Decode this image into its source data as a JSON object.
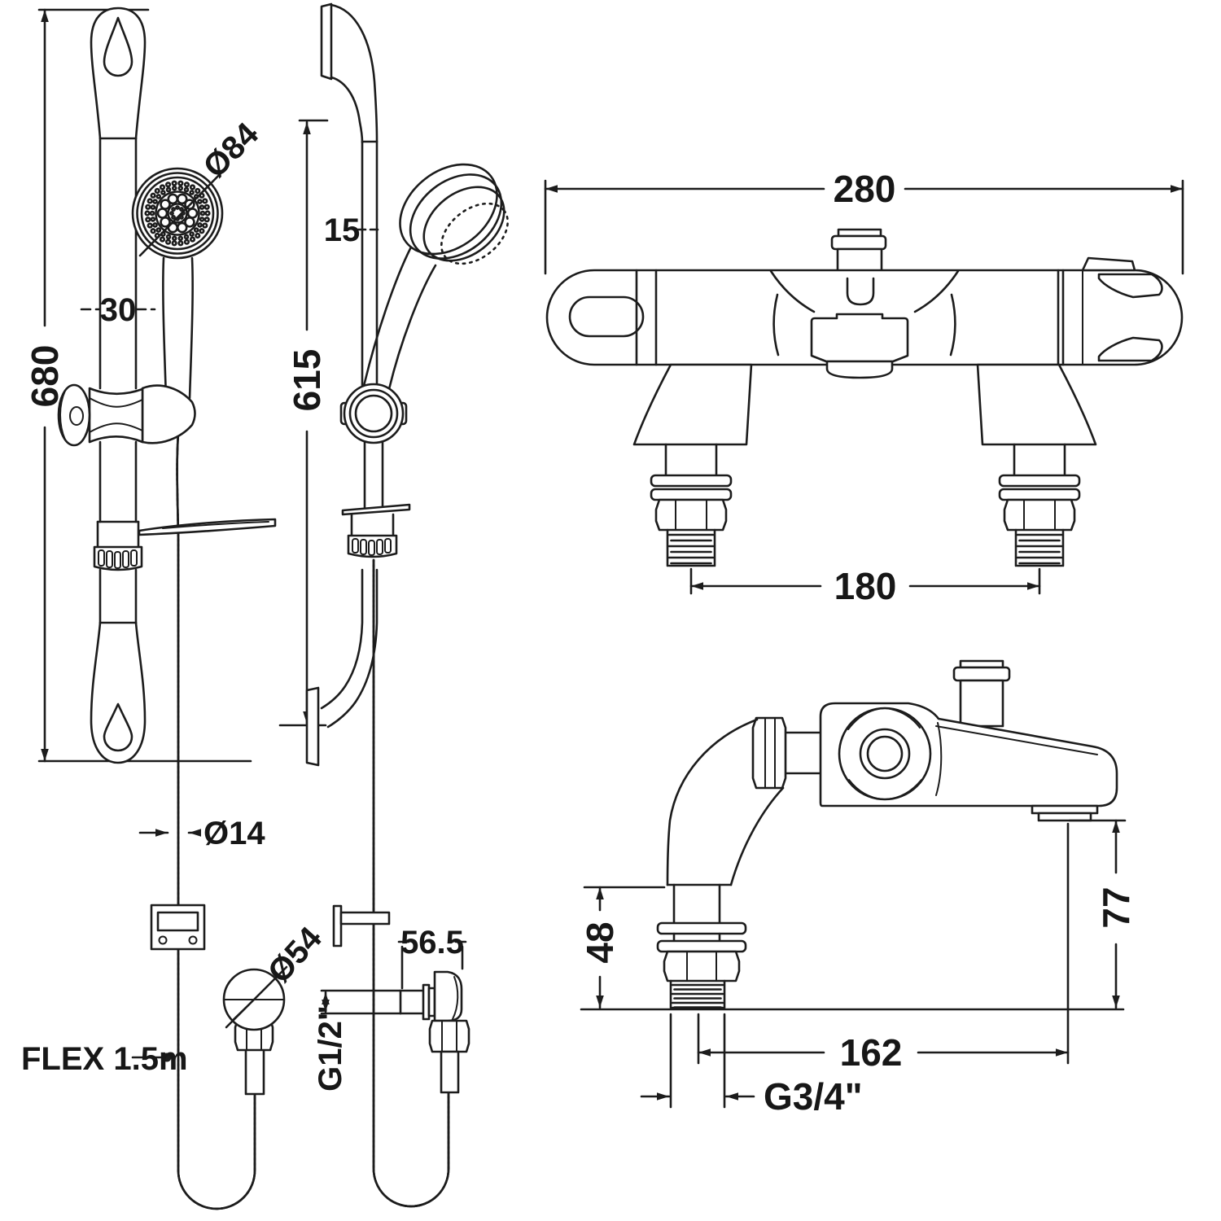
{
  "drawing": {
    "type": "technical-dimension-drawing",
    "subject": "shower slide rail kit and deck mounted bath shower mixer",
    "style": {
      "ink": "#1c1c1c",
      "background": "#ffffff"
    },
    "views": {
      "rail_front": {
        "label": "slide rail kit front view",
        "dims": {
          "height": "680",
          "rail_width": "30",
          "head_diameter": "Ø84",
          "hose_diameter": "Ø14",
          "flex_length": "FLEX 1.5m",
          "outlet_diameter": "Ø54"
        }
      },
      "rail_side": {
        "label": "slide rail kit side view",
        "dims": {
          "rail_depth": "15",
          "height": "615",
          "outlet_projection": "56.5",
          "outlet_thread": "G1/2\""
        }
      },
      "mixer_front": {
        "label": "bath shower mixer front view",
        "dims": {
          "overall_width": "280",
          "tail_centres": "180"
        }
      },
      "mixer_side": {
        "label": "bath shower mixer side view",
        "dims": {
          "deck_to_thread": "48",
          "spout_height": "77",
          "spout_projection": "162",
          "tail_thread": "G3/4\""
        }
      }
    }
  }
}
